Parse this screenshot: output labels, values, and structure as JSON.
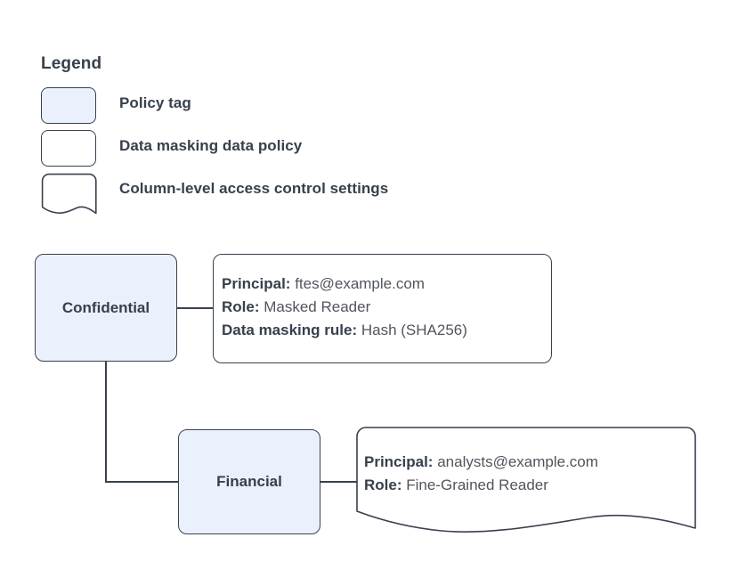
{
  "legend": {
    "title": "Legend",
    "items": [
      {
        "shape": "policy-tag-swatch",
        "label": "Policy tag"
      },
      {
        "shape": "data-policy-swatch",
        "label": "Data masking data policy"
      },
      {
        "shape": "access-settings-swatch",
        "label": "Column-level access control settings"
      }
    ]
  },
  "graph": {
    "nodes": [
      {
        "id": "confidential",
        "label": "Confidential"
      },
      {
        "id": "financial",
        "label": "Financial"
      }
    ],
    "details": [
      {
        "id": "masking-policy",
        "kind": "data-masking-data-policy",
        "lines": [
          {
            "key": "Principal:",
            "value": "ftes@example.com"
          },
          {
            "key": "Role:",
            "value": "Masked Reader"
          },
          {
            "key": "Data masking rule:",
            "value": "Hash (SHA256)"
          }
        ]
      },
      {
        "id": "access-settings",
        "kind": "column-level-access-control-settings",
        "lines": [
          {
            "key": "Principal:",
            "value": "analysts@example.com"
          },
          {
            "key": "Role:",
            "value": "Fine-Grained Reader"
          }
        ]
      }
    ]
  },
  "colors": {
    "node_fill": "#eaf1fd",
    "stroke": "#39414e",
    "text": "#37404d",
    "value_text": "#50555c",
    "background": "#ffffff"
  }
}
